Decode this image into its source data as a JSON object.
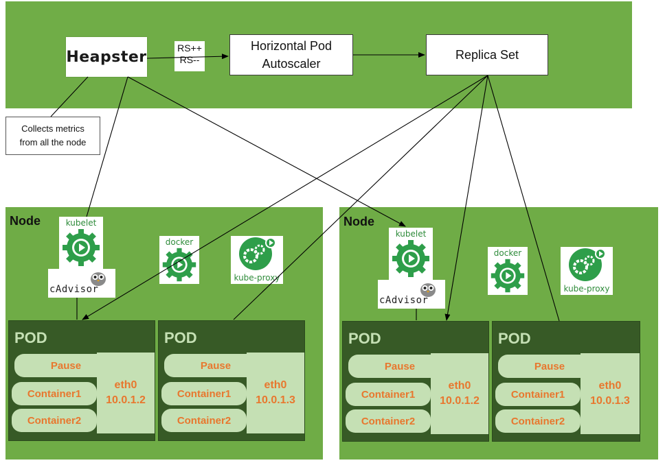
{
  "heapster": {
    "label": "Heapster"
  },
  "rs_scale": {
    "line1": "RS++",
    "line2": "RS--"
  },
  "hpa": {
    "line1": "Horizontal Pod",
    "line2": "Autoscaler"
  },
  "replica_set": {
    "label": "Replica Set"
  },
  "note": {
    "line1": "Collects metrics",
    "line2": "from all the node"
  },
  "nodes": [
    {
      "title": "Node",
      "icons": {
        "kubelet": "kubelet",
        "docker": "docker",
        "kube_proxy": "kube-proxy",
        "cadvisor": "cAdvisor"
      },
      "pods": [
        {
          "title": "POD",
          "pause": "Pause",
          "container1": "Container1",
          "container2": "Container2",
          "eth": "eth0",
          "ip": "10.0.1.2"
        },
        {
          "title": "POD",
          "pause": "Pause",
          "container1": "Container1",
          "container2": "Container2",
          "eth": "eth0",
          "ip": "10.0.1.3"
        }
      ]
    },
    {
      "title": "Node",
      "icons": {
        "kubelet": "kubelet",
        "docker": "docker",
        "kube_proxy": "kube-proxy",
        "cadvisor": "cAdvisor"
      },
      "pods": [
        {
          "title": "POD",
          "pause": "Pause",
          "container1": "Container1",
          "container2": "Container2",
          "eth": "eth0",
          "ip": "10.0.1.2"
        },
        {
          "title": "POD",
          "pause": "Pause",
          "container1": "Container1",
          "container2": "Container2",
          "eth": "eth0",
          "ip": "10.0.1.3"
        }
      ]
    }
  ],
  "colors": {
    "panel_green": "#70ad47",
    "pod_dark_green": "#375a26",
    "pill_light_green": "#c5e0b4",
    "pill_text_orange": "#e8772e",
    "icon_green": "#2e8b3a"
  },
  "icons": [
    "kubelet-gear-icon",
    "docker-gear-icon",
    "kube-proxy-gears-icon",
    "cadvisor-owl-icon",
    "arrow-icon"
  ]
}
